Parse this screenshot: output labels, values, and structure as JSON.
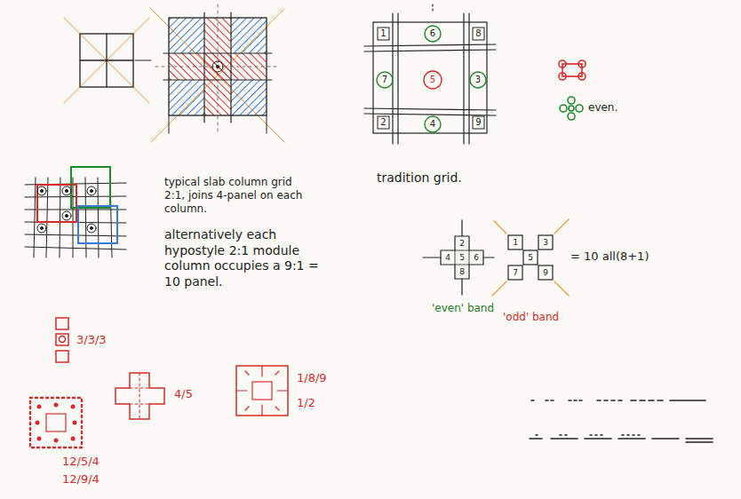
{
  "diagram": {
    "labels": [
      "typical slab column grid 2:1, joins 4-panel on each column.",
      "alternatively each hypostyle 2:1 module column occupies a 9:1 = 10 panel.",
      "tradition grid.",
      "even.",
      "'even' band",
      "'odd' band",
      "= 10 all(8+1)",
      "3/3/3",
      "4/5",
      "1/8/9",
      "1/2",
      "12/5/4",
      "12/9/4",
      "1",
      "6",
      "8",
      "7",
      "5",
      "3",
      "2",
      "4",
      "9",
      "2",
      "4",
      "5",
      "6",
      "8",
      "1",
      "3",
      "5",
      "7",
      "9"
    ]
  }
}
